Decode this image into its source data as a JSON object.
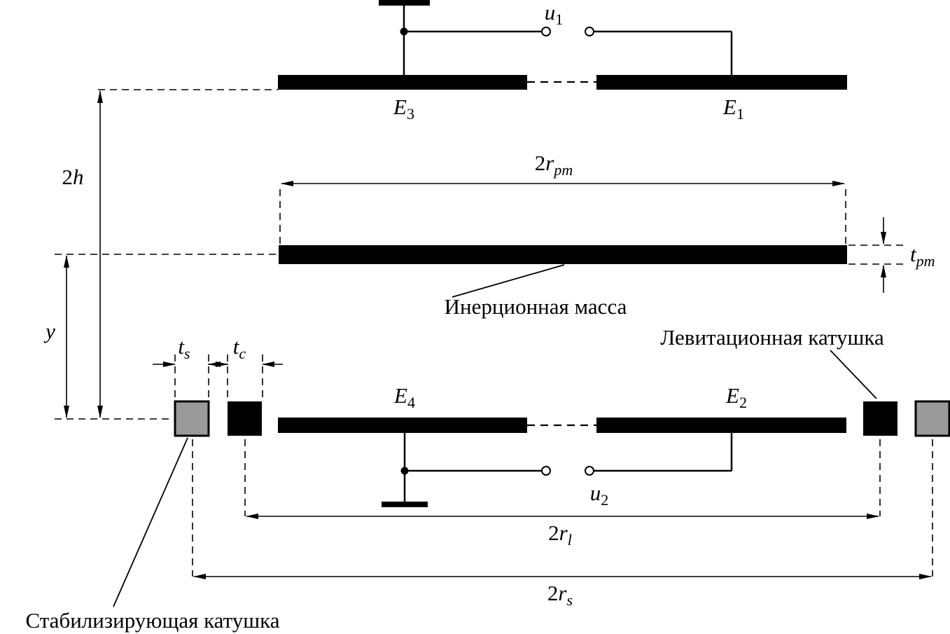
{
  "labels": {
    "u1": {
      "base": "u",
      "sub": "1"
    },
    "u2": {
      "base": "u",
      "sub": "2"
    },
    "e1": {
      "base": "E",
      "sub": "1"
    },
    "e2": {
      "base": "E",
      "sub": "2"
    },
    "e3": {
      "base": "E",
      "sub": "3"
    },
    "e4": {
      "base": "E",
      "sub": "4"
    },
    "two_h": {
      "pre": "2",
      "base": "h"
    },
    "y": {
      "base": "y"
    },
    "two_r_pm": {
      "pre": "2",
      "base": "r",
      "sub": "pm"
    },
    "t_pm": {
      "base": "t",
      "sub": "pm"
    },
    "t_s": {
      "base": "t",
      "sub": "s"
    },
    "t_c": {
      "base": "t",
      "sub": "c"
    },
    "two_r_l": {
      "pre": "2",
      "base": "r",
      "sub": "l"
    },
    "two_r_s": {
      "pre": "2",
      "base": "r",
      "sub": "s"
    }
  },
  "annotations": {
    "inertial_mass": "Инерционная масса",
    "levitation_coil": "Левитационная катушка",
    "stabilizing_coil": "Стабилизирующая катушка"
  },
  "colors": {
    "ink": "#000000",
    "coil_gray": "#9a9a9a",
    "background": "#ffffff"
  }
}
